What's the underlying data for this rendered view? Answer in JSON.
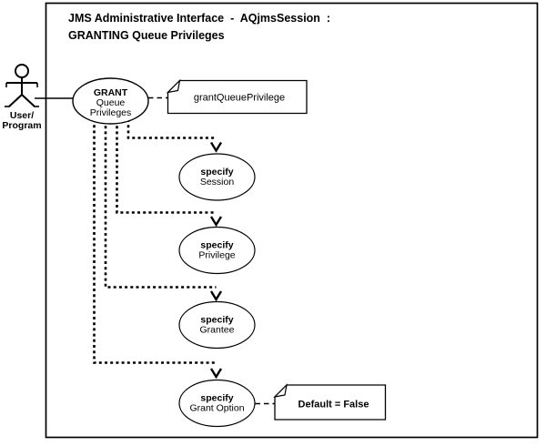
{
  "colors": {
    "ink": "#000000",
    "paper": "#ffffff"
  },
  "title": {
    "line1": "JMS Administrative Interface  -  AQjmsSession  :",
    "line2": "GRANTING Queue Privileges"
  },
  "actor": {
    "label1": "User/",
    "label2": "Program"
  },
  "grant_usecase": {
    "line1": "GRANT",
    "line2": "Queue",
    "line3": "Privileges"
  },
  "note_method": {
    "text": "grantQueuePrivilege"
  },
  "note_default": {
    "text": "Default = False"
  },
  "steps": [
    {
      "line1": "specify",
      "line2": "Session"
    },
    {
      "line1": "specify",
      "line2": "Privilege"
    },
    {
      "line1": "specify",
      "line2": "Grantee"
    },
    {
      "line1": "specify",
      "line2": "Grant Option"
    }
  ]
}
